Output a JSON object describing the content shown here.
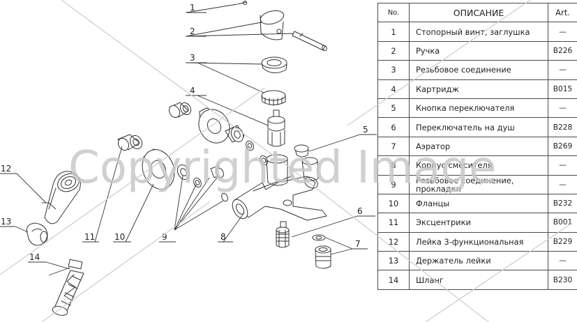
{
  "table": {
    "headers": {
      "no": "No.",
      "description": "ОПИСАНИЕ",
      "art": "Art."
    },
    "rows": [
      {
        "no": "1",
        "description": "Стопорный винт, заглушка",
        "art": "—"
      },
      {
        "no": "2",
        "description": "Ручка",
        "art": "B226"
      },
      {
        "no": "3",
        "description": "Резьбовое соединение",
        "art": "—"
      },
      {
        "no": "4",
        "description": "Картридж",
        "art": "B015"
      },
      {
        "no": "5",
        "description": "Кнопка переключателя",
        "art": "—"
      },
      {
        "no": "6",
        "description": "Переключатель на душ",
        "art": "B228"
      },
      {
        "no": "7",
        "description": "Аэратор",
        "art": "B269"
      },
      {
        "no": "8",
        "description": "Корпус смесителя",
        "art": "—"
      },
      {
        "no": "9",
        "description": "Резьбовое соединение, прокладки",
        "art": "—"
      },
      {
        "no": "10",
        "description": "Фланцы",
        "art": "B232"
      },
      {
        "no": "11",
        "description": "Эксцентрики",
        "art": "B001"
      },
      {
        "no": "12",
        "description": "Лейка 3-функциональная",
        "art": "B229"
      },
      {
        "no": "13",
        "description": "Держатель лейки",
        "art": "—"
      },
      {
        "no": "14",
        "description": "Шланг",
        "art": "B230"
      }
    ]
  },
  "callouts": {
    "c1": "1",
    "c2": "2",
    "c3": "3",
    "c4": "4",
    "c5": "5",
    "c6": "6",
    "c7": "7",
    "c8": "8",
    "c9": "9",
    "c10": "10",
    "c11": "11",
    "c12": "12",
    "c13": "13",
    "c14": "14"
  },
  "watermark": {
    "text": "Copyrighted Image",
    "color": "#c8c8c8"
  },
  "colors": {
    "line": "#333333",
    "table_border": "#4a4a4a"
  }
}
